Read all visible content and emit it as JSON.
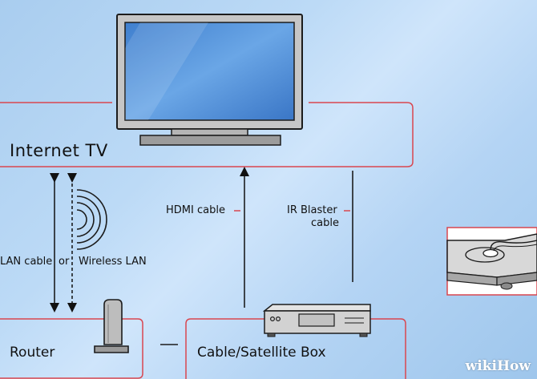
{
  "labels": {
    "internet_tv": "Internet TV",
    "router": "Router",
    "box": "Cable/Satellite Box",
    "lan_cable": "LAN cable",
    "or": "or",
    "wireless_lan": "Wireless LAN",
    "hdmi_cable": "HDMI cable",
    "ir_line1": "IR Blaster",
    "ir_line2": "cable"
  },
  "watermark": "wikiHow",
  "colors": {
    "background": "#bcdaf6",
    "frame": "#d9464f",
    "outline": "#1c1c1c",
    "device_gray": "#c9c9c9",
    "screen_blue": "#4f8fd8"
  }
}
